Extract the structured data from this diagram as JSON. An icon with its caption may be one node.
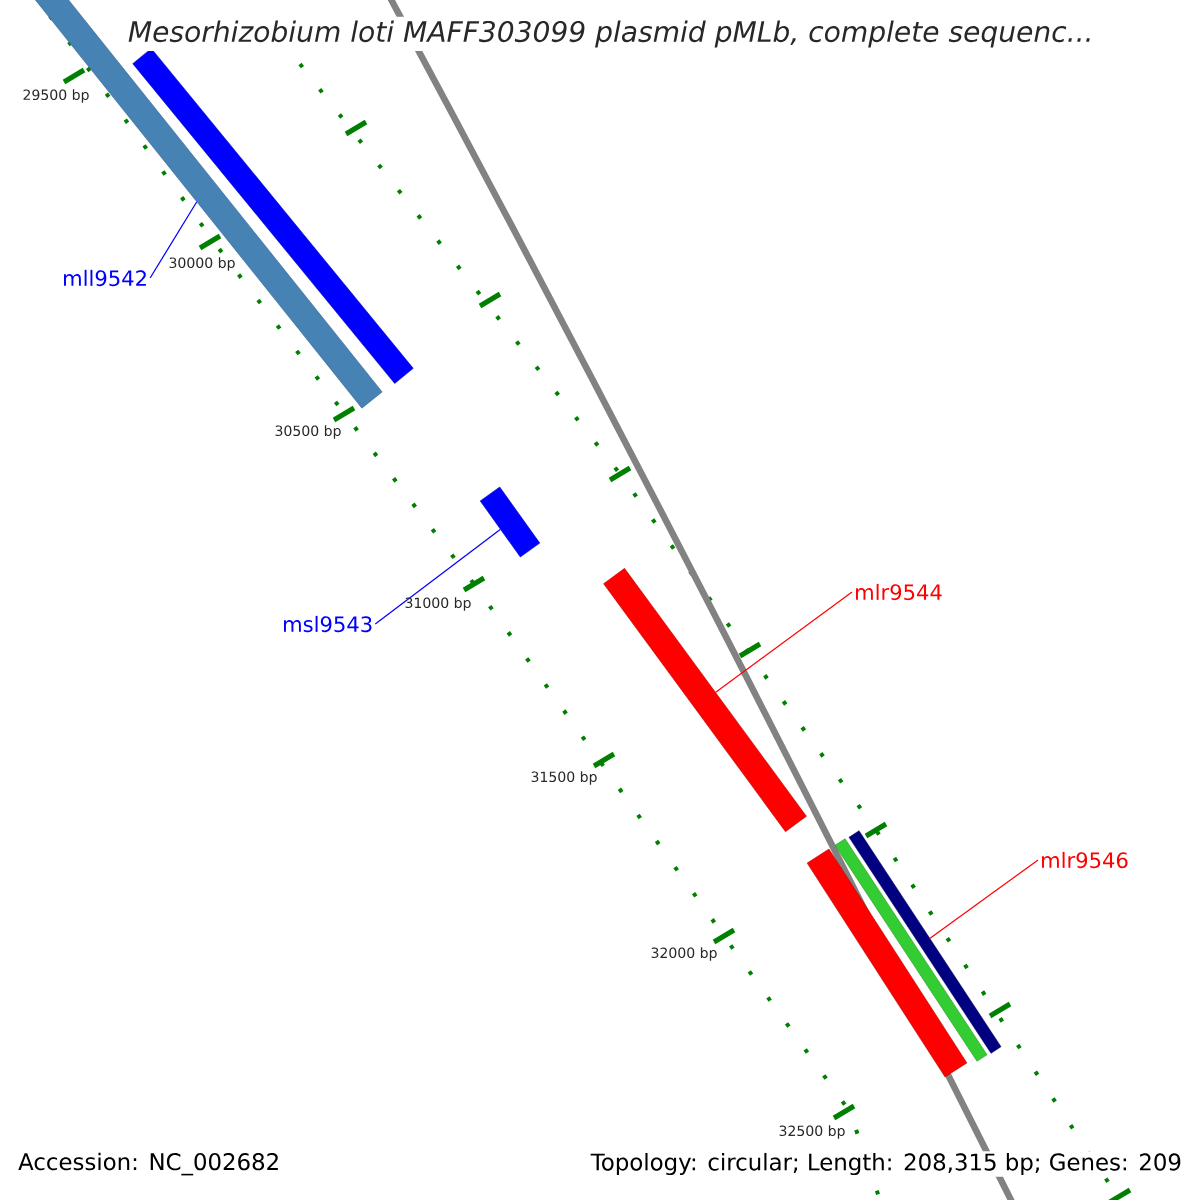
{
  "diagram": {
    "title": "*Mesorhizobium loti* MAFF303099 plasmid pMLb, complete sequenc...",
    "nodes": [
      {
        "text": [],
        "shape": "bar"
      },
      {
        "text": [],
        "shape": "bar"
      },
      {
        "text": [
          "mll9542"
        ]
      },
      {
        "text": [],
        "shape": "bar"
      },
      {
        "text": [
          "msl9543"
        ]
      },
      {
        "text": [],
        "shape": "bar"
      },
      {
        "text": [
          "mlr9544"
        ]
      },
      {
        "text": [
          "mlr9546"
        ]
      },
      {
        "text": [],
        "shape": "bar"
      },
      {
        "text": [],
        "shape": "bar"
      },
      {
        "text": [],
        "shape": "bar"
      }
    ],
    "edges": [
      {
        "from": 2,
        "to": 1,
        "arrow": "none"
      },
      {
        "from": 4,
        "to": 3,
        "arrow": "none"
      },
      {
        "from": 6,
        "to": 5,
        "arrow": "none",
        "color": "#ff0000"
      },
      {
        "from": 7,
        "to": 8,
        "arrow": "none",
        "color": "#ff0000"
      }
    ],
    "labels": [
      "29500 bp",
      "30000 bp",
      "30500 bp",
      "31000 bp",
      "31500 bp",
      "32000 bp",
      "32500 bp",
      "Accession: NC_002682",
      "Topology: circular; Length: 208,315 bp; Genes: 209"
    ]
  }
}
